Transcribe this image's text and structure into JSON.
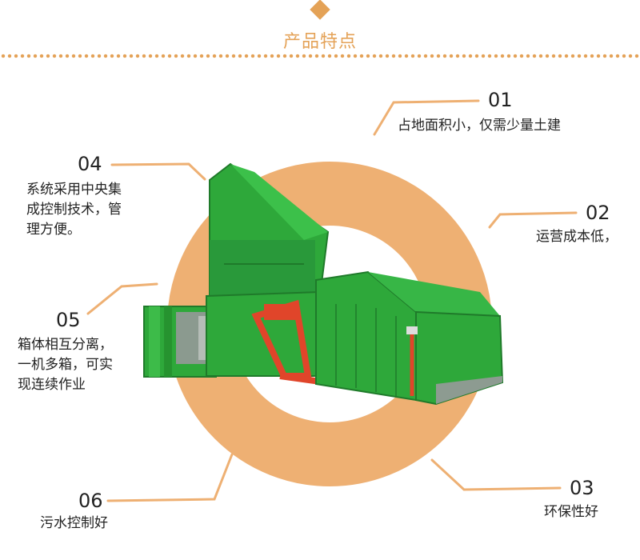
{
  "header": {
    "title": "产品特点"
  },
  "features": [
    {
      "number": "01",
      "text": "占地面积小，仅需少量土建"
    },
    {
      "number": "02",
      "text": "运营成本低，"
    },
    {
      "number": "03",
      "text": "环保性好"
    },
    {
      "number": "04",
      "lines": [
        "系统采用中央集",
        "成控制技术，管",
        "理方便。"
      ]
    },
    {
      "number": "05",
      "lines": [
        "箱体相互分离，",
        "一机多箱，可实",
        "现连续作业"
      ]
    },
    {
      "number": "06",
      "text": "污水控制好"
    }
  ],
  "colors": {
    "accent": "#e4a257",
    "machine_green": "#2ea83a",
    "frame_red": "#e0452a"
  }
}
